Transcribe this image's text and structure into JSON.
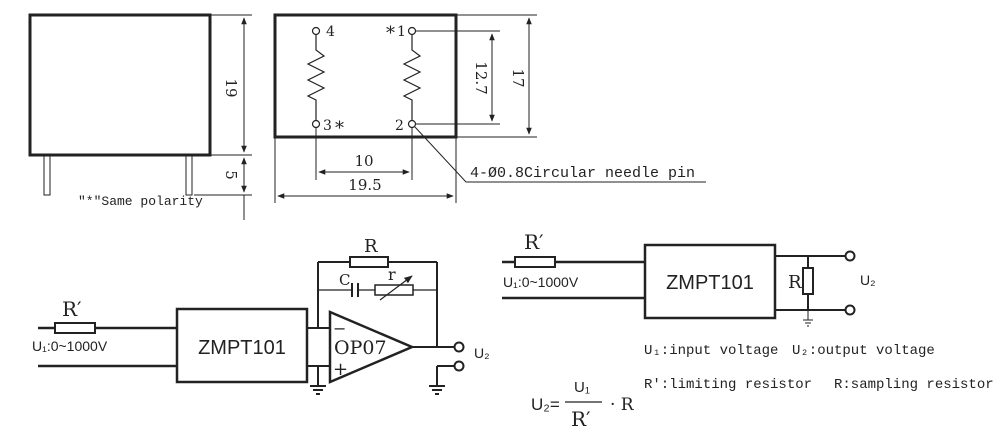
{
  "dimensions": {
    "height_19": "19",
    "pin_5": "5",
    "spacing_12_7": "12.7",
    "height_17": "17",
    "spacing_10": "10",
    "width_19_5": "19.5"
  },
  "pins": {
    "p1": "1",
    "p2": "2",
    "p3": "3",
    "p4": "4",
    "star": "*"
  },
  "notes": {
    "needle_pin": "4-Ø0.8Circular needle pin",
    "same_polarity": "\"*\"Same polarity"
  },
  "circuit_left": {
    "r_prime": "R′",
    "input_range": "U₁:0~1000V",
    "module": "ZMPT101",
    "feedback_r": "R",
    "cap": "C",
    "trim_r": "r",
    "opamp": "OP07",
    "minus": "−",
    "plus": "+",
    "output": "U₂"
  },
  "circuit_right": {
    "r_prime": "R′",
    "input_range": "U₁:0~1000V",
    "module": "ZMPT101",
    "sampling_r": "R",
    "output": "U₂"
  },
  "legend": {
    "u1": "U₁:input voltage",
    "u2": "U₂:output voltage",
    "rprime": "R′:limiting resistor",
    "r": "R:sampling resistor"
  },
  "formula": {
    "lhs": "U₂=",
    "numerator": "U₁",
    "denominator": "R′",
    "tail": "· R"
  }
}
